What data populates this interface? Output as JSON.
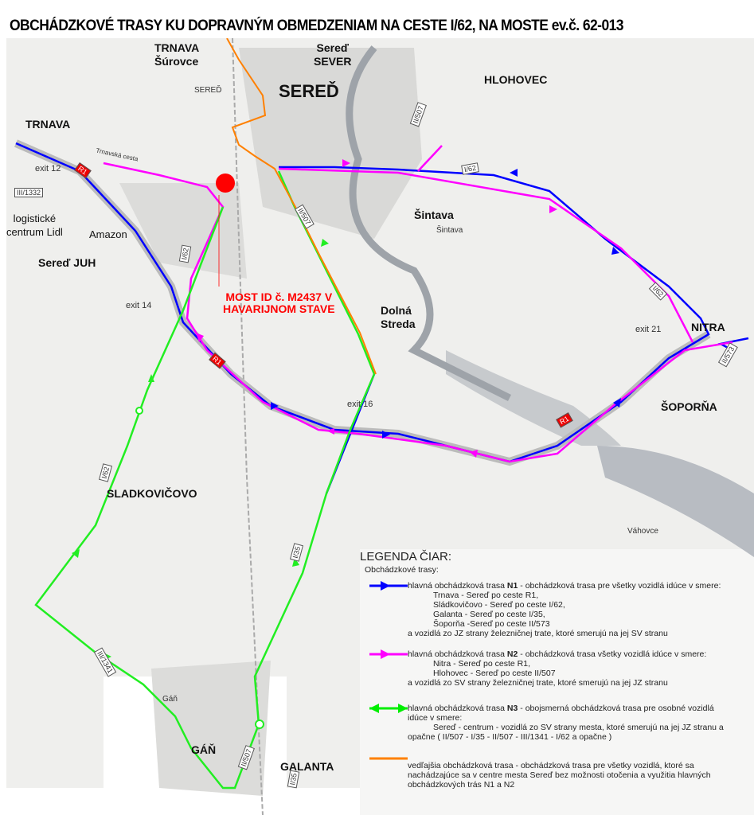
{
  "title": "OBCHÁDZKOVÉ TRASY KU DOPRAVNÝM OBMEDZENIAM NA CESTE I/62, NA MOSTE ev.č. 62-013",
  "places": {
    "trnava_surovce": "TRNAVA\nŠúrovce",
    "sered_sever": "Sereď\nSEVER",
    "sered": "SEREĎ",
    "hlohovec": "HLOHOVEC",
    "trnava": "TRNAVA",
    "sintava": "Šintava",
    "sered_juh": "Sereď JUH",
    "logisticke": "logistické\ncentrum Lidl",
    "amazon": "Amazon",
    "dolna_streda": "Dolná\nStreda",
    "nitra": "NITRA",
    "soporna": "ŠOPORŇA",
    "sladkovicovo": "SLADKOVIČOVO",
    "gan": "GÁŇ",
    "galanta": "GALANTA"
  },
  "small_labels": {
    "sered_small": "SEREĎ",
    "sintava_small": "Šintava",
    "exit12": "exit 12",
    "exit14": "exit 14",
    "exit16": "exit 16",
    "exit21": "exit 21",
    "trnavska": "Trnavská cesta",
    "gan_small": "Gáň",
    "vahovce": "Váhovce"
  },
  "roads": {
    "r1a": "R1",
    "r1b": "R1",
    "r1c": "R1",
    "i62a": "I/62",
    "i62b": "I/62",
    "i62c": "I/62",
    "i62d": "I/62",
    "ii507a": "II/507",
    "ii507b": "II/507",
    "ii507c": "II/507",
    "iii1332": "III/1332",
    "ii573": "II/573",
    "i35a": "I/35",
    "i35b": "I/35",
    "iii1341": "III/1341"
  },
  "warning": "MOST ID č. M2437 V\nHAVARIJNOM STAVE",
  "legend": {
    "title": "LEGENDA ČIAR:",
    "subtitle": "Obchádzkové trasy:",
    "n1": {
      "intro": "hlavná obchádzková trasa",
      "code": "N1",
      "desc": " - obchádzková trasa pre všetky vozidlá idúce v smere:",
      "lines": [
        "Trnava - Sereď po ceste R1,",
        "Sládkovičovo - Sereď po ceste I/62,",
        "Galanta - Sereď po ceste I/35,",
        "Šoporňa -Sereď po ceste II/573"
      ],
      "tail": "a vozidlá zo JZ strany železničnej trate, ktoré smerujú na jej SV stranu",
      "color": "#0000ff"
    },
    "n2": {
      "intro": "hlavná obchádzková trasa",
      "code": "N2",
      "desc": " - obchádzková trasa všetky vozidlá idúce v smere:",
      "lines": [
        "Nitra - Sereď po ceste R1,",
        "Hlohovec - Sereď po ceste II/507"
      ],
      "tail": "a vozidlá zo SV strany železničnej trate, ktoré smerujú na jej JZ stranu",
      "color": "#ff00ff"
    },
    "n3": {
      "intro": "hlavná obchádzková trasa",
      "code": "N3",
      "desc": " - obojsmerná obchádzková trasa pre osobné vozidlá idúce v smere:",
      "lines": [
        "Sereď - centrum - vozidlá zo SV strany mesta, ktoré smerujú na jej JZ stranu a"
      ],
      "tail": "opačne ( II/507 - I/35 - II/507 - III/1341 - I/62 a opačne )",
      "color": "#00ee00"
    },
    "side": {
      "text": "vedľajšia obchádzková trasa - obchádzková trasa pre všetky vozidlá, ktoré sa nachádzajúce sa v centre mesta Sereď bez možnosti otočenia a využitia hlavných obchádzkových trás N1 a N2",
      "color": "#ff8000"
    }
  }
}
